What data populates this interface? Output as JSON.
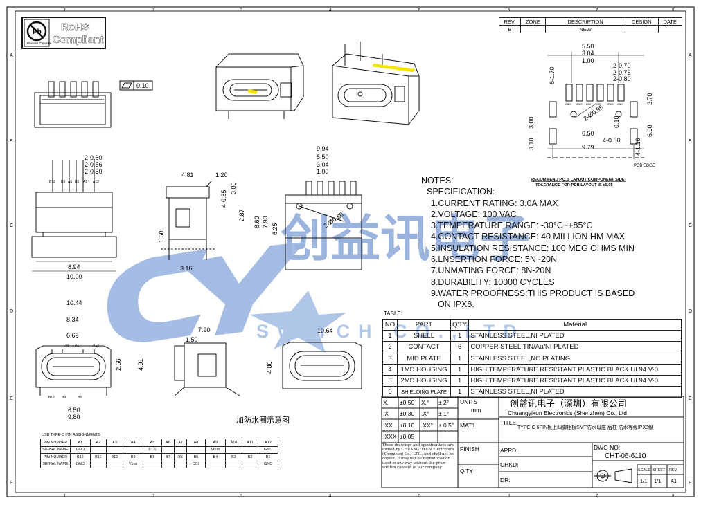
{
  "rohs": {
    "line1": "RoHS",
    "line2": "Compliant",
    "logo_text": "Pb",
    "sub": "Process Capable"
  },
  "border": {
    "cols": [
      "1",
      "2",
      "3",
      "4",
      "5",
      "6",
      "7",
      "8"
    ],
    "rows": [
      "A",
      "B",
      "C",
      "D",
      "E",
      "F"
    ]
  },
  "revision_block": {
    "headers": [
      "REV.",
      "ZONE",
      "DESCRIPTION",
      "DESIGN",
      "DATE"
    ],
    "row": [
      "B",
      "",
      "NEW",
      "",
      ""
    ]
  },
  "dims": {
    "flatness": "0.10",
    "front_view": {
      "pins": [
        "B12",
        "B9",
        "A5",
        "B5",
        "A9",
        "A12"
      ],
      "d1": "2-0.60",
      "d2": "2-0.56",
      "d3": "2-0.50",
      "w1": "8.94",
      "w2": "10.00"
    },
    "side_view": {
      "a": "4.81",
      "b": "1.20",
      "c": "4-0.85",
      "d": "3.00",
      "e": "1.50",
      "f": "3.16",
      "g": "2.87"
    },
    "top_view": {
      "w1": "9.94",
      "w2": "5.50",
      "w3": "3.04",
      "w4": "1.00",
      "h1": "8.60",
      "h2": "7.90",
      "h3": "6.25",
      "hole": "2-Ø0.80"
    },
    "bottom_left": {
      "w1": "10.44",
      "w2": "8.34",
      "w3": "6.69",
      "pins_top": [
        "A5",
        "A1",
        "A12"
      ],
      "pins_bottom": [
        "B12",
        "B9",
        "B5"
      ],
      "h1": "2.56",
      "h2": "4.91",
      "w4": "6.50",
      "w5": "9.80"
    },
    "bottom_mid": {
      "a": "7.90",
      "b": "1.50"
    },
    "bottom_right": {
      "w": "10.64",
      "h": "4.86"
    },
    "waterproof_caption": "加防水圈示意图"
  },
  "pcb_layout": {
    "w1": "5.50",
    "w2": "3.04",
    "w3": "1.00",
    "d1": "2-0.70",
    "d2": "2-0.76",
    "d3": "2-0.80",
    "h1": "6-1.70",
    "h2": "2.70",
    "h3": "3.00",
    "h4": "3.10",
    "h5": "6.00",
    "w4": "6.50",
    "w5": "9.79",
    "s1": "4-0.50",
    "s2": "4-1.10",
    "hole": "2-Ø0.95",
    "offset": "0.10",
    "pcb_edge": "PCB EDGE",
    "pad_labels": [
      "GND",
      "VBUS",
      "CC2",
      "CC1",
      "VBUS",
      "GND"
    ],
    "caption": "RECOMMEND P.C.B LAYOUT(COMPONENT SIDE)",
    "tolerance": "TOLERANCE FOR PCB LAYOUT IS ±0.05"
  },
  "notes": {
    "title": "NOTES:",
    "spec": "SPECIFICATION:",
    "items": [
      "1.CURRENT RATING: 3.0A MAX",
      "2.VOLTAGE: 100 VAC",
      "3.TEMPERATURE RANGE: -30°C~+85°C",
      "4.CONTACT RESISTANCE: 40 MILLION HM MAX",
      "5.INSULATION RESISTANCE: 100 MEG OHMS MIN",
      "6.LNSERTION FORCE: 5N~20N",
      "7.UNMATING FORCE: 8N-20N",
      "8.DURABILITY: 10000 CYCLES",
      "9.WATER PROOFNESS:THIS PRODUCT IS BASED",
      "ON IPX8."
    ]
  },
  "parts_table": {
    "label": "TABLE:",
    "headers": [
      "NO",
      "PART",
      "Q'TY",
      "Material"
    ],
    "rows": [
      [
        "1",
        "SHELL",
        "1",
        "STAINLESS STEEL,NI PLATED"
      ],
      [
        "2",
        "CONTACT",
        "6",
        "COPPER STEEL,TIN/Au/NI PLATED"
      ],
      [
        "3",
        "MID PLATE",
        "1",
        "STAINLESS STEEL,NO PLATING"
      ],
      [
        "4",
        "1MD HOUSING",
        "1",
        "HIGH TEMPERATURE RESISTANT PLASTIC BLACK UL94 V-0"
      ],
      [
        "5",
        "2MD HOUSING",
        "1",
        "HIGH TEMPERATURE RESISTANT PLASTIC BLACK UL94 V-0"
      ],
      [
        "6",
        "SHIELDING PLATE",
        "1",
        "STAINLESS STEEL,NI PLATED"
      ]
    ]
  },
  "title_block": {
    "tol": {
      "x1": "X.",
      "x1v": "±0.50",
      "x2": "X.°",
      "x2v": "± 2°",
      "x3": ".X",
      "x3v": "±0.30",
      "x4": ".X°",
      "x4v": "± 1°",
      "x5": ".XX",
      "x5v": "±0.10",
      "x6": ".XX°",
      "x6v": "± 0.5°",
      "x7": ".XXX",
      "x7v": "±0.05"
    },
    "units": "UNITS",
    "units_value": "mm",
    "matl": "MAT'L",
    "finish": "FINISH",
    "qty": "Q'TY",
    "company_cn": "创益讯电子（深圳）有限公司",
    "company_en": "Chuangyixun Electronics (Shenzhen) Co., Ltd",
    "title_label": "TITLE:",
    "title_value": "TYPE-C 6PIN板上四脚插板SMT防水母座 后柱 防水等级IPX8级",
    "appd": "APPD:",
    "chkd": "CHKD:",
    "dr": "DR:",
    "dwg_no_label": "DWG NO:",
    "dwg_no": "CHT-06-6110",
    "scale": "SCALE",
    "sheet": "SHEET",
    "rev": "REV.",
    "scale_v": "1/1",
    "sheet_v": "1/1",
    "rev_v": "A1",
    "disclaimer": "These drawings and specifications are owned by CHUANGYIXUN Electronics (Shenzhen) Co., LTD., and shall not be copied. It may not be reproduced or used in any way without the prior written consent of our company."
  },
  "pin_table": {
    "title": "USB TYPE-C PIN ASSIGNMENTS",
    "rows": [
      [
        "PIN NUMBER",
        "A1",
        "A2",
        "A3",
        "A4",
        "A5",
        "A6",
        "A7",
        "A8",
        "A9",
        "A10",
        "A11",
        "A12"
      ],
      [
        "SIGNAL NAME",
        "GND",
        "",
        "",
        "",
        "CC1",
        "",
        "",
        "",
        "Vbus",
        "",
        "",
        "GND"
      ],
      [
        "PIN NUMBER",
        "B12",
        "B11",
        "B10",
        "B9",
        "B8",
        "B7",
        "B6",
        "B5",
        "B4",
        "B3",
        "B2",
        "B1"
      ],
      [
        "SIGNAL NAME",
        "GND",
        "",
        "",
        "Vbus",
        "",
        "",
        "",
        "CC2",
        "",
        "",
        "",
        "GND"
      ]
    ]
  },
  "watermark": {
    "brand": "CYX",
    "cn": "创益讯电子",
    "en": "SWITCH CO.,LTD"
  },
  "colors": {
    "line": "#111111",
    "watermark_blue": "#4a78c4",
    "highlight": "#f2e600"
  }
}
